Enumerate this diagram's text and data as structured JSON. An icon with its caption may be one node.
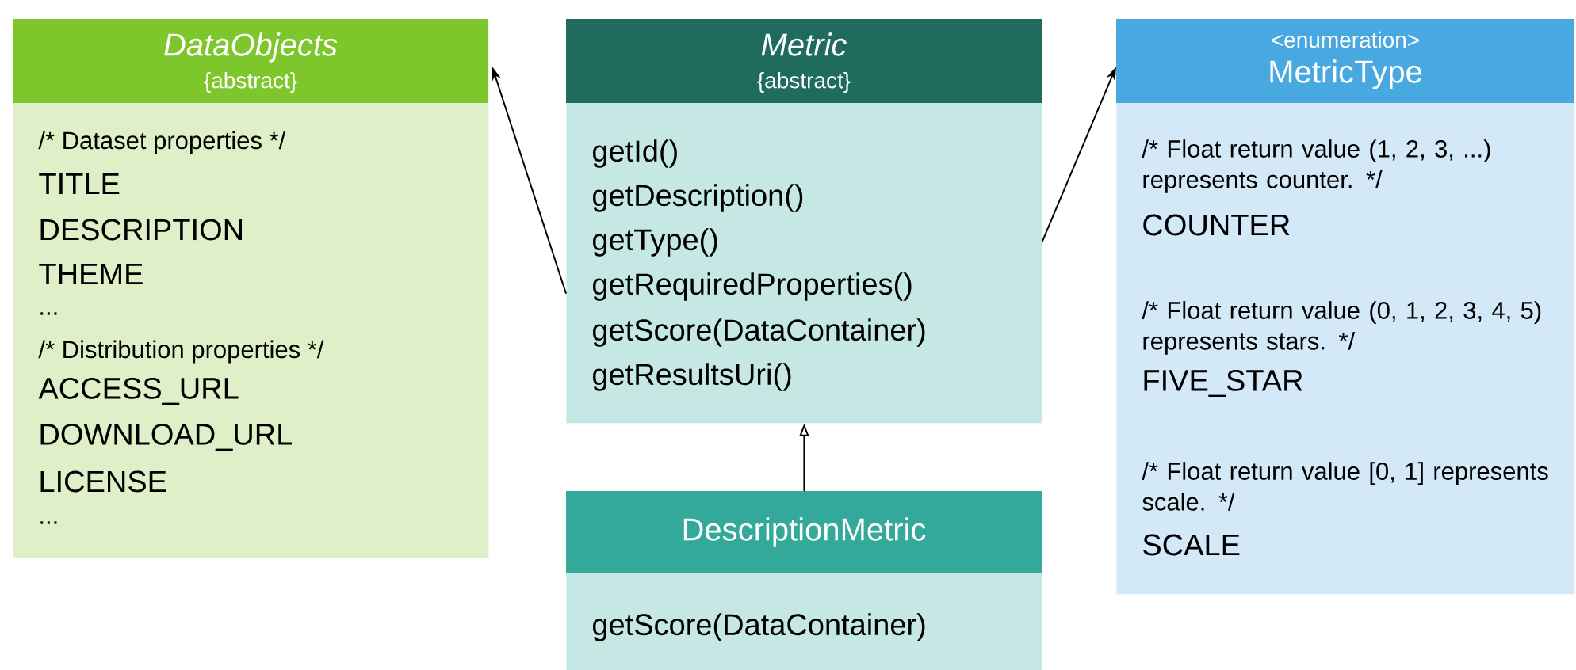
{
  "diagram": {
    "nodes": [
      {
        "text": [
          "DataObjects",
          "{abstract}",
          "/* Dataset properties */",
          "TITLE",
          "DESCRIPTION",
          "THEME",
          "...",
          "/* Distribution properties */",
          "ACCESS_URL",
          "DOWNLOAD_URL",
          "LICENSE",
          "..."
        ]
      },
      {
        "text": [
          "Metric",
          "{abstract}",
          "getId()",
          "getDescription()",
          "getType()",
          "getRequiredProperties()",
          "getScore(DataContainer)",
          "getResultsUri()"
        ]
      },
      {
        "text": [
          "<enumeration>",
          "MetricType",
          "/* Float return value (1, 2, 3, ...) represents counter. */",
          "COUNTER",
          "/* Float return value (0, 1, 2, 3, 4, 5) represents stars. */",
          "FIVE_STAR",
          "/* Float return value [0, 1] represents scale. */",
          "SCALE"
        ]
      },
      {
        "text": [
          "DescriptionMetric",
          "getScore(DataContainer)"
        ]
      }
    ],
    "edges": [
      {
        "from": 1,
        "to": 0,
        "arrow": "to"
      },
      {
        "from": 1,
        "to": 2,
        "arrow": "to"
      },
      {
        "from": 3,
        "to": 1,
        "arrow": "to"
      }
    ]
  }
}
